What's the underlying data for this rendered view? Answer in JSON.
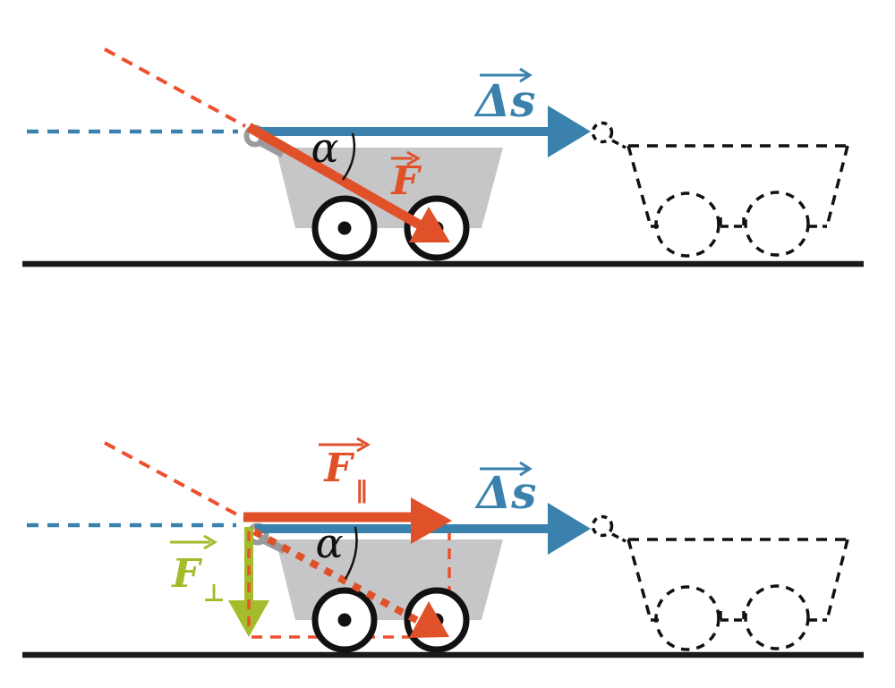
{
  "figure_top": {
    "displacement_label": "Δs",
    "force_label": "F",
    "angle_label": "α"
  },
  "figure_bottom": {
    "displacement_label": "Δs",
    "force_parallel_label": "F",
    "force_parallel_sub": "∥",
    "force_perp_label": "F",
    "force_perp_sub": "⊥",
    "angle_label": "α"
  },
  "colors": {
    "displacement_blue": "#3a81ad",
    "force_orange": "#e0512a",
    "construction_red": "#ee4f2e",
    "perpendicular_green": "#a4bb2b",
    "cart_gray": "#c6c6c8",
    "ring_gray": "#9b9b9d",
    "ink_black": "#1a1a1a"
  }
}
